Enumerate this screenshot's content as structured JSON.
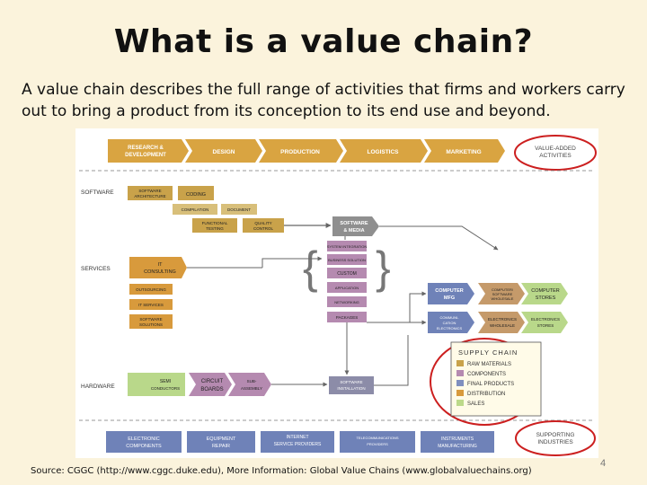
{
  "slide": {
    "title": "What is a value chain?",
    "body": "A value chain describes the full range of activities that firms and workers carry out to bring a product from its conception to its end use and beyond.",
    "source": "Source: CGGC (http://www.cggc.duke.edu), More Information: Global Value Chains (www.globalvaluechains.org)",
    "page_number": "4"
  },
  "diagram": {
    "stages": [
      "RESEARCH & DEVELOPMENT",
      "DESIGN",
      "PRODUCTION",
      "LOGISTICS",
      "MARKETING"
    ],
    "value_added_label": "VALUE-ADDED ACTIVITIES",
    "rows": [
      "SOFTWARE",
      "SERVICES",
      "HARDWARE"
    ],
    "software": {
      "architecture": "SOFTWARE ARCHITECTURE",
      "coding": "CODING",
      "compilation": "COMPILATION",
      "document": "DOCUMENT",
      "functional_testing": "FUNCTIONAL TESTING",
      "quality_control": "QUALITY CONTROL",
      "software_media": "SOFTWARE & MEDIA"
    },
    "services": {
      "it_consulting": "IT CONSULTING",
      "outsourcing": "OUTSOURCING",
      "it_services": "IT SERVICES",
      "software_solutions": "SOFTWARE SOLUTIONS",
      "system_integration": "SYSTEM INTEGRATION",
      "business_solution": "BUSINESS SOLUTION",
      "custom": "CUSTOM",
      "application": "APPLICATION",
      "networking": "NETWORKING",
      "packages": "PACKAGES"
    },
    "end_products": {
      "computer_mfg": "COMPUTER MFG",
      "computer_software_wholesale": "COMPUTER/ SOFTWARE WHOLESALE",
      "computer_stores": "COMPUTER STORES",
      "communication_electronics": "COMMUNI-CATION ELECTRONICS",
      "electronics_wholesale": "ELECTRONICS WHOLESALE",
      "electronics_stores": "ELECTRONICS STORES"
    },
    "hardware": {
      "semiconductors": "SEMI CONDUCTORS",
      "circuit_boards": "CIRCUIT BOARDS",
      "sub_assembly": "SUB-ASSEMBLY",
      "software_installation": "SOFTWARE INSTALLATION"
    },
    "supply_chain": {
      "title": "SUPPLY CHAIN",
      "items": [
        {
          "label": "RAW MATERIALS",
          "color": "#c9a24a"
        },
        {
          "label": "COMPONENTS",
          "color": "#b58ab0"
        },
        {
          "label": "FINAL PRODUCTS",
          "color": "#7f8fbf"
        },
        {
          "label": "DISTRIBUTION",
          "color": "#d89a3c"
        },
        {
          "label": "SALES",
          "color": "#bcd98a"
        }
      ]
    },
    "supporting": [
      "ELECTRONIC COMPONENTS",
      "EQUIPMENT REPAIR",
      "INTERNET SERVICE PROVIDERS",
      "TELECOMMUNICATIONS PROVIDERS",
      "INSTRUMENTS MANUFACTURING"
    ],
    "supporting_label": "SUPPORTING INDUSTRIES",
    "colors": {
      "stage": "#d9a441",
      "raw": "#c9a24a",
      "component": "#a88aa8",
      "final": "#6f82b8",
      "distribution": "#c59a6a",
      "sales": "#b9d88a",
      "highlight_ring": "#cc1f1f"
    }
  }
}
